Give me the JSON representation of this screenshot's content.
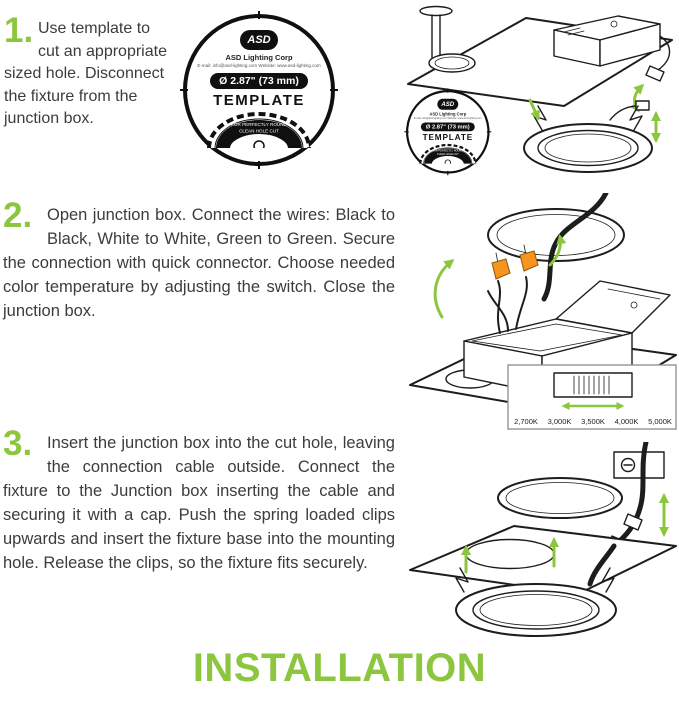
{
  "title": "INSTALLATION",
  "colors": {
    "accent_green": "#8CC63F",
    "connector_orange": "#F7941D",
    "line_ink": "#1d1d1b",
    "text_gray": "#3c3c3b"
  },
  "steps": [
    {
      "number": "1.",
      "text": "Use template to cut an appropriate sized hole. Disconnect the fixture from the junction box."
    },
    {
      "number": "2.",
      "text": "Open junction box. Connect the wires: Black to Black, White to White, Green to Green. Secure the connection with quick connector. Choose needed color temperature by adjusting the switch. Close the junction box."
    },
    {
      "number": "3.",
      "text": "Insert the junction box into the cut hole, leaving the connection cable outside. Connect the fixture to the Junction box inserting the cable and securing it with a cap. Push the spring loaded clips upwards and insert the fixture base into the mounting hole. Release the clips, so the fixture fits securely."
    }
  ],
  "template": {
    "brand": "ASD",
    "company": "ASD Lighting Corp",
    "contact": "E-mail: info@asd-lighting.com  Website: www.asd-lighting.com",
    "diameter": "Ø 2.87\" (73 mm)",
    "label": "TEMPLATE",
    "tagline_line1": "FOR PERFECTLY ROUND",
    "tagline_line2": "CLEAN HOLE CUT"
  },
  "color_switch": {
    "labels": [
      "2,700K",
      "3,000K",
      "3,500K",
      "4,000K",
      "5,000K"
    ]
  },
  "icons": [
    "saw-blade-icon",
    "hole-saw-tool-icon",
    "junction-box",
    "open-junction-box",
    "ceiling-cutout-disc",
    "downlight-fixture",
    "spring-clip",
    "wire-connector",
    "color-temp-switch",
    "mounting-bracket",
    "power-cable",
    "green-arrow"
  ]
}
